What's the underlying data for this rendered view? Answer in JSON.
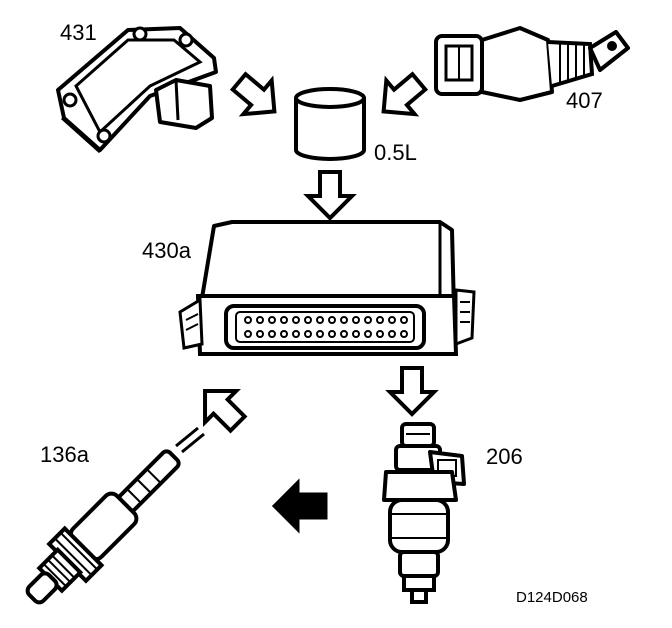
{
  "labels": {
    "map_sensor": "431",
    "temp_sensor": "407",
    "volume": "0.5L",
    "ecu": "430a",
    "oxygen_sensor": "136a",
    "injector": "206",
    "figure_ref": "D124D068"
  },
  "colors": {
    "ink": "#000000",
    "paper": "#ffffff"
  },
  "icons": {
    "arrow_outline": "hollow-arrow",
    "arrow_filled": "solid-arrow"
  }
}
